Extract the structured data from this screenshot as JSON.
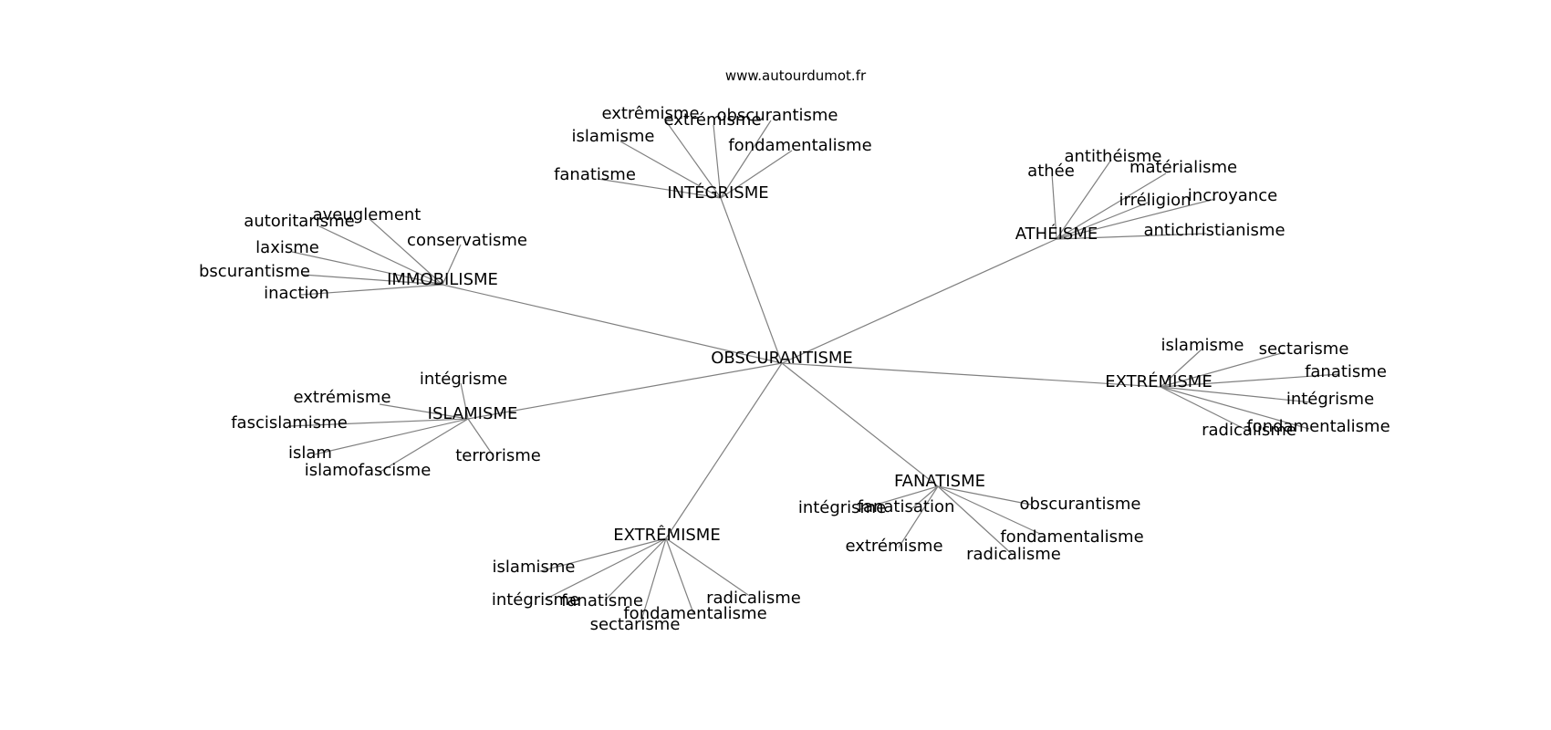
{
  "credit": "www.autourdumot.fr",
  "root": "OBSCURANTISME",
  "nodes": [
    {
      "id": "r",
      "label": "OBSCURANTISME"
    },
    {
      "id": "int",
      "label": "INTÉGRISME"
    },
    {
      "id": "int1",
      "label": "extrêmisme"
    },
    {
      "id": "int2",
      "label": "extrémisme"
    },
    {
      "id": "int3",
      "label": "obscurantisme"
    },
    {
      "id": "int4",
      "label": "islamisme"
    },
    {
      "id": "int5",
      "label": "fondamentalisme"
    },
    {
      "id": "int6",
      "label": "fanatisme"
    },
    {
      "id": "ath",
      "label": "ATHÉISME"
    },
    {
      "id": "ath1",
      "label": "antithéisme"
    },
    {
      "id": "ath2",
      "label": "athée"
    },
    {
      "id": "ath3",
      "label": "matérialisme"
    },
    {
      "id": "ath4",
      "label": "irréligion"
    },
    {
      "id": "ath5",
      "label": "incroyance"
    },
    {
      "id": "ath6",
      "label": "antichristianisme"
    },
    {
      "id": "imm",
      "label": "IMMOBILISME"
    },
    {
      "id": "imm1",
      "label": "aveuglement"
    },
    {
      "id": "imm2",
      "label": "autoritarisme"
    },
    {
      "id": "imm3",
      "label": "conservatisme"
    },
    {
      "id": "imm4",
      "label": "laxisme"
    },
    {
      "id": "imm5",
      "label": "bscurantisme"
    },
    {
      "id": "imm6",
      "label": "inaction"
    },
    {
      "id": "isl",
      "label": "ISLAMISME"
    },
    {
      "id": "isl1",
      "label": "intégrisme"
    },
    {
      "id": "isl2",
      "label": "extrémisme"
    },
    {
      "id": "isl3",
      "label": "fascislamisme"
    },
    {
      "id": "isl4",
      "label": "terrorisme"
    },
    {
      "id": "isl5",
      "label": "islam"
    },
    {
      "id": "isl6",
      "label": "islamofascisme"
    },
    {
      "id": "exe",
      "label": "EXTRÉMISME"
    },
    {
      "id": "exe1",
      "label": "islamisme"
    },
    {
      "id": "exe2",
      "label": "sectarisme"
    },
    {
      "id": "exe3",
      "label": "fanatisme"
    },
    {
      "id": "exe4",
      "label": "intégrisme"
    },
    {
      "id": "exe5",
      "label": "fondamentalisme"
    },
    {
      "id": "exe6",
      "label": "radicalisme"
    },
    {
      "id": "fan",
      "label": "FANATISME"
    },
    {
      "id": "fan1",
      "label": "fanatisation"
    },
    {
      "id": "fan2",
      "label": "intégrisme"
    },
    {
      "id": "fan3",
      "label": "obscurantisme"
    },
    {
      "id": "fan4",
      "label": "fondamentalisme"
    },
    {
      "id": "fan5",
      "label": "extrémisme"
    },
    {
      "id": "fan6",
      "label": "radicalisme"
    },
    {
      "id": "exc",
      "label": "EXTRÊMISME"
    },
    {
      "id": "exc1",
      "label": "islamisme"
    },
    {
      "id": "exc2",
      "label": "intégrisme"
    },
    {
      "id": "exc3",
      "label": "fanatisme"
    },
    {
      "id": "exc4",
      "label": "radicalisme"
    },
    {
      "id": "exc5",
      "label": "fondamentalisme"
    },
    {
      "id": "exc6",
      "label": "sectarisme"
    }
  ],
  "edges": [
    [
      "r",
      "int"
    ],
    [
      "r",
      "ath"
    ],
    [
      "r",
      "imm"
    ],
    [
      "r",
      "isl"
    ],
    [
      "r",
      "exe"
    ],
    [
      "r",
      "fan"
    ],
    [
      "r",
      "exc"
    ],
    [
      "int",
      "int1"
    ],
    [
      "int",
      "int2"
    ],
    [
      "int",
      "int3"
    ],
    [
      "int",
      "int4"
    ],
    [
      "int",
      "int5"
    ],
    [
      "int",
      "int6"
    ],
    [
      "ath",
      "ath1"
    ],
    [
      "ath",
      "ath2"
    ],
    [
      "ath",
      "ath3"
    ],
    [
      "ath",
      "ath4"
    ],
    [
      "ath",
      "ath5"
    ],
    [
      "ath",
      "ath6"
    ],
    [
      "imm",
      "imm1"
    ],
    [
      "imm",
      "imm2"
    ],
    [
      "imm",
      "imm3"
    ],
    [
      "imm",
      "imm4"
    ],
    [
      "imm",
      "imm5"
    ],
    [
      "imm",
      "imm6"
    ],
    [
      "isl",
      "isl1"
    ],
    [
      "isl",
      "isl2"
    ],
    [
      "isl",
      "isl3"
    ],
    [
      "isl",
      "isl4"
    ],
    [
      "isl",
      "isl5"
    ],
    [
      "isl",
      "isl6"
    ],
    [
      "exe",
      "exe1"
    ],
    [
      "exe",
      "exe2"
    ],
    [
      "exe",
      "exe3"
    ],
    [
      "exe",
      "exe4"
    ],
    [
      "exe",
      "exe5"
    ],
    [
      "exe",
      "exe6"
    ],
    [
      "fan",
      "fan1"
    ],
    [
      "fan",
      "fan2"
    ],
    [
      "fan",
      "fan3"
    ],
    [
      "fan",
      "fan4"
    ],
    [
      "fan",
      "fan5"
    ],
    [
      "fan",
      "fan6"
    ],
    [
      "exc",
      "exc1"
    ],
    [
      "exc",
      "exc2"
    ],
    [
      "exc",
      "exc3"
    ],
    [
      "exc",
      "exc4"
    ],
    [
      "exc",
      "exc5"
    ],
    [
      "exc",
      "exc6"
    ]
  ]
}
